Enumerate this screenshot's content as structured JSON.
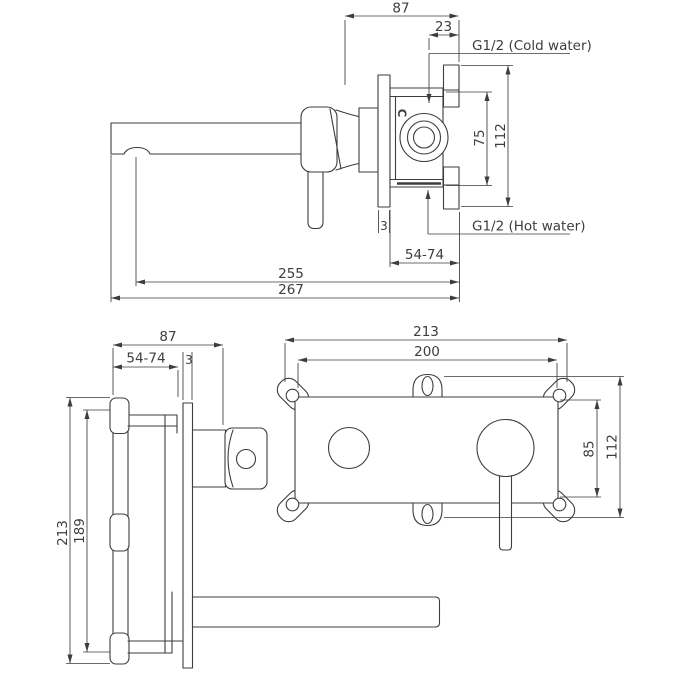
{
  "colors": {
    "line": "#3d3d3d",
    "background": "#ffffff"
  },
  "top_view": {
    "depth": "87",
    "port_offset": "23",
    "cold_port_label": "G1/2 (Cold water)",
    "hot_port_label": "G1/2 (Hot water)",
    "port_spacing": "75",
    "plate_height": "112",
    "plate_thickness": "3",
    "mount_depth_range": "54-74",
    "spout_reach": "255",
    "overall_reach": "267",
    "cold_marker": "C"
  },
  "side_view": {
    "depth": "87",
    "plate_thickness": "3",
    "mount_depth_range": "54-74",
    "overall_height": "213",
    "body_height": "189"
  },
  "front_view": {
    "overall_width": "213",
    "hole_spacing": "200",
    "port_height": "85",
    "overall_height": "112"
  }
}
